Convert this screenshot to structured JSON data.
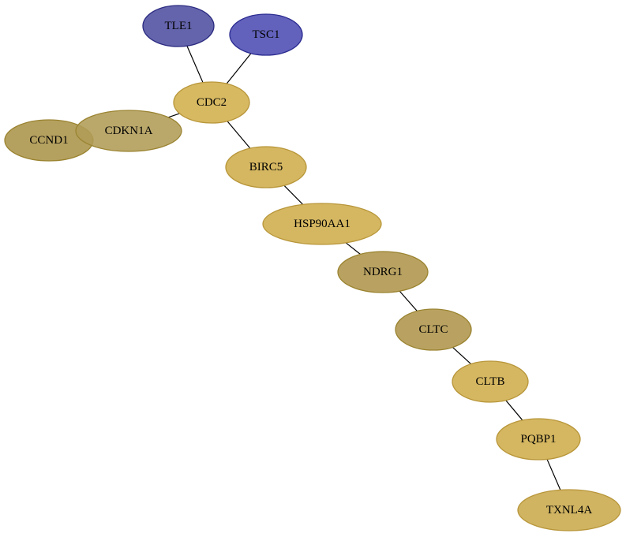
{
  "graph": {
    "nodes": [
      {
        "id": "TLE1",
        "label": "TLE1",
        "fill": "#5c5ca8",
        "stroke": "#2a2a80",
        "opacity": 0.95
      },
      {
        "id": "TSC1",
        "label": "TSC1",
        "fill": "#5a5ab8",
        "stroke": "#2a2a90",
        "opacity": 0.95
      },
      {
        "id": "CDC2",
        "label": "CDC2",
        "fill": "#d5b55a",
        "stroke": "#b8963a",
        "opacity": 0.95
      },
      {
        "id": "CCND1",
        "label": "CCND1",
        "fill": "#b19c56",
        "stroke": "#9a8330",
        "opacity": 0.95
      },
      {
        "id": "CDKN1A",
        "label": "CDKN1A",
        "fill": "#b19c56",
        "stroke": "#9a8330",
        "opacity": 0.88
      },
      {
        "id": "BIRC5",
        "label": "BIRC5",
        "fill": "#d3b358",
        "stroke": "#b8963a",
        "opacity": 0.95
      },
      {
        "id": "HSP90AA1",
        "label": "HSP90AA1",
        "fill": "#d3b358",
        "stroke": "#b8963a",
        "opacity": 0.95
      },
      {
        "id": "NDRG1",
        "label": "NDRG1",
        "fill": "#b59d58",
        "stroke": "#9a8330",
        "opacity": 0.95
      },
      {
        "id": "CLTC",
        "label": "CLTC",
        "fill": "#b59d58",
        "stroke": "#9a8330",
        "opacity": 0.95
      },
      {
        "id": "CLTB",
        "label": "CLTB",
        "fill": "#d3b358",
        "stroke": "#b8963a",
        "opacity": 0.95
      },
      {
        "id": "PQBP1",
        "label": "PQBP1",
        "fill": "#d3b358",
        "stroke": "#b8963a",
        "opacity": 0.95
      },
      {
        "id": "TXNL4A",
        "label": "TXNL4A",
        "fill": "#ceb05a",
        "stroke": "#b8963a",
        "opacity": 0.95
      }
    ],
    "edges": [
      {
        "source": "TLE1",
        "target": "CDC2"
      },
      {
        "source": "TSC1",
        "target": "CDC2"
      },
      {
        "source": "CDKN1A",
        "target": "CDC2"
      },
      {
        "source": "CDC2",
        "target": "BIRC5"
      },
      {
        "source": "BIRC5",
        "target": "HSP90AA1"
      },
      {
        "source": "HSP90AA1",
        "target": "NDRG1"
      },
      {
        "source": "NDRG1",
        "target": "CLTC"
      },
      {
        "source": "CLTC",
        "target": "CLTB"
      },
      {
        "source": "CLTB",
        "target": "PQBP1"
      },
      {
        "source": "PQBP1",
        "target": "TXNL4A"
      }
    ]
  }
}
